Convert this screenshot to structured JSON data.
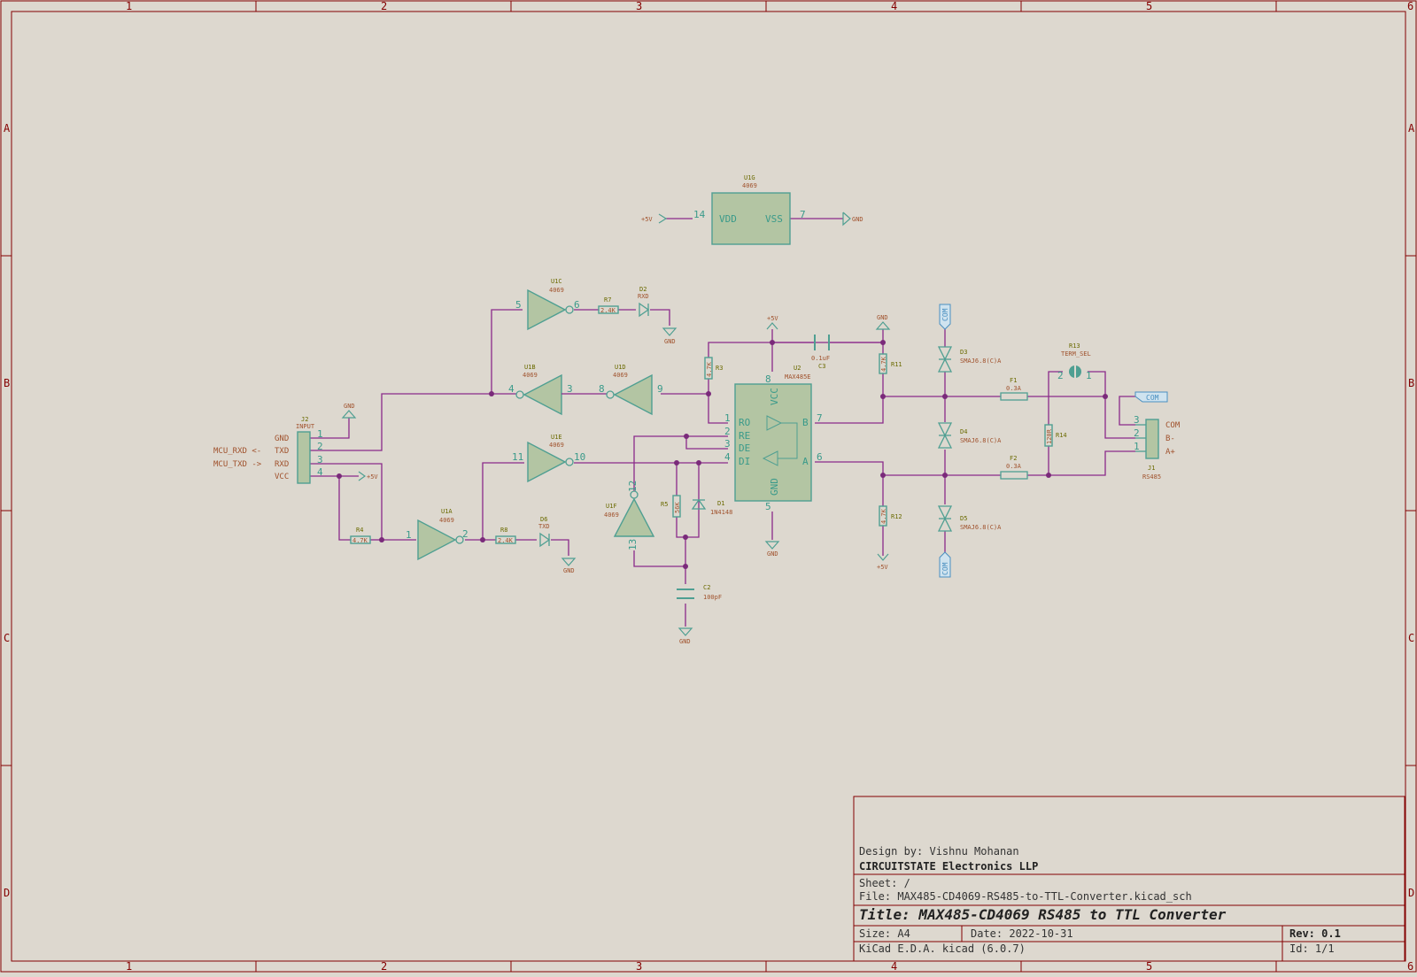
{
  "frame": {
    "columns": [
      "1",
      "2",
      "3",
      "4",
      "5",
      "6"
    ],
    "rows": [
      "A",
      "B",
      "C",
      "D"
    ]
  },
  "title_block": {
    "design_by": "Design by: Vishnu Mohanan",
    "company": "CIRCUITSTATE Electronics LLP",
    "sheet": "Sheet: /",
    "file": "File: MAX485-CD4069-RS485-to-TTL-Converter.kicad_sch",
    "title": "Title: MAX485-CD4069 RS485 to TTL Converter",
    "size": "Size: A4",
    "date": "Date: 2022-10-31",
    "rev": "Rev: 0.1",
    "tool": "KiCad E.D.A.  kicad (6.0.7)",
    "id": "Id: 1/1"
  },
  "components": {
    "U1G": {
      "ref": "U1G",
      "value": "4069",
      "pin_vdd": "14",
      "pin_vss": "7",
      "name_vdd": "VDD",
      "name_vss": "VSS",
      "pwr_left": "+5V",
      "pwr_right": "GND"
    },
    "U1C": {
      "ref": "U1C",
      "value": "4069",
      "pin_in": "5",
      "pin_out": "6"
    },
    "U1B": {
      "ref": "U1B",
      "value": "4069",
      "pin_in": "3",
      "pin_out": "4"
    },
    "U1D": {
      "ref": "U1D",
      "value": "4069",
      "pin_in": "9",
      "pin_out": "8"
    },
    "U1E": {
      "ref": "U1E",
      "value": "4069",
      "pin_in": "11",
      "pin_out": "10"
    },
    "U1A": {
      "ref": "U1A",
      "value": "4069",
      "pin_in": "1",
      "pin_out": "2"
    },
    "U1F": {
      "ref": "U1F",
      "value": "4069",
      "pin_in": "13",
      "pin_out": "12"
    },
    "U2": {
      "ref": "U2",
      "value": "MAX485E",
      "RO": "RO",
      "RE": "RE",
      "DE": "DE",
      "DI": "DI",
      "VCC": "VCC",
      "GND": "GND",
      "A": "A",
      "B": "B",
      "p1": "1",
      "p2": "2",
      "p3": "3",
      "p4": "4",
      "p5": "5",
      "p6": "6",
      "p7": "7",
      "p8": "8"
    },
    "R7": {
      "ref": "R7",
      "value": "2.4K"
    },
    "R8": {
      "ref": "R8",
      "value": "2.4K"
    },
    "R4": {
      "ref": "R4",
      "value": "4.7K"
    },
    "R3": {
      "ref": "R3",
      "value": "4.7K"
    },
    "R5": {
      "ref": "R5",
      "value": "56K"
    },
    "R11": {
      "ref": "R11",
      "value": "4.7K"
    },
    "R12": {
      "ref": "R12",
      "value": "4.7K"
    },
    "R14": {
      "ref": "R14",
      "value": "120R"
    },
    "R13": {
      "ref": "R13",
      "value": "TERM_SEL",
      "p1": "1",
      "p2": "2"
    },
    "D2": {
      "ref": "D2",
      "value": "RXD"
    },
    "D6": {
      "ref": "D6",
      "value": "TXD"
    },
    "D1": {
      "ref": "D1",
      "value": "1N4148"
    },
    "D3": {
      "ref": "D3",
      "value": "SMAJ6.8(C)A"
    },
    "D4": {
      "ref": "D4",
      "value": "SMAJ6.8(C)A"
    },
    "D5": {
      "ref": "D5",
      "value": "SMAJ6.8(C)A"
    },
    "C2": {
      "ref": "C2",
      "value": "100pF"
    },
    "C3": {
      "ref": "C3",
      "value": "0.1uF"
    },
    "F1": {
      "ref": "F1",
      "value": "0.3A"
    },
    "F2": {
      "ref": "F2",
      "value": "0.3A"
    },
    "J2": {
      "ref": "J2",
      "value": "INPUT",
      "pins": [
        "1",
        "2",
        "3",
        "4"
      ],
      "names": [
        "GND",
        "TXD",
        "RXD",
        "VCC"
      ]
    },
    "J1": {
      "ref": "J1",
      "value": "RS485",
      "pins": [
        "3",
        "2",
        "1"
      ],
      "names": [
        "COM",
        "B-",
        "A+"
      ]
    }
  },
  "power": {
    "v5": "+5V",
    "gnd": "GND",
    "com": "COM"
  },
  "nets": {
    "mcu_rxd": "MCU_RXD <-",
    "mcu_txd": "MCU_TXD ->"
  }
}
